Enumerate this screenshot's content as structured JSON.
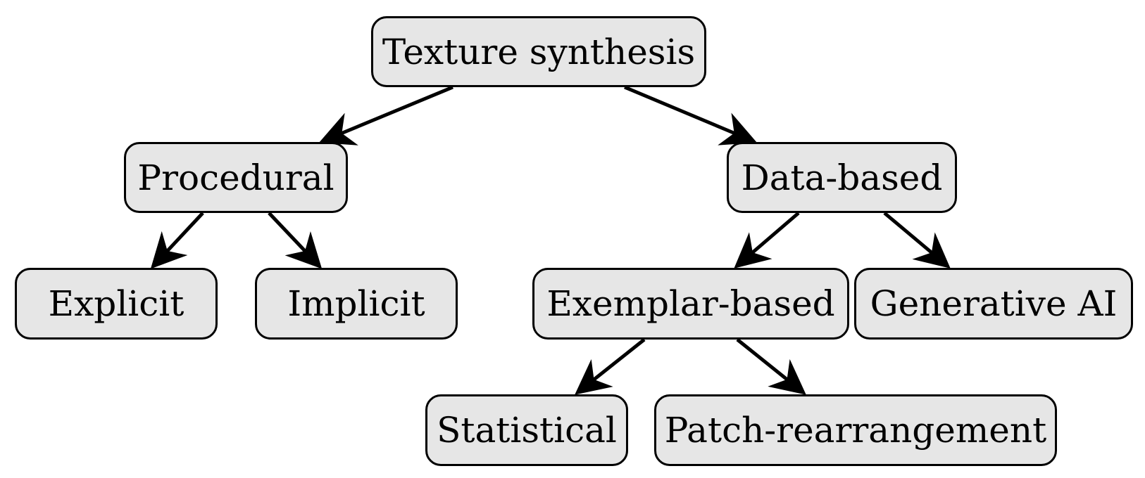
{
  "diagram": {
    "nodes": {
      "root": "Texture synthesis",
      "procedural": "Procedural",
      "data_based": "Data-based",
      "explicit": "Explicit",
      "implicit": "Implicit",
      "exemplar_based": "Exemplar-based",
      "generative_ai": "Generative AI",
      "statistical": "Statistical",
      "patch_rearrangement": "Patch-rearrangement"
    },
    "edges": [
      {
        "from": "root",
        "to": "procedural"
      },
      {
        "from": "root",
        "to": "data_based"
      },
      {
        "from": "procedural",
        "to": "explicit"
      },
      {
        "from": "procedural",
        "to": "implicit"
      },
      {
        "from": "data_based",
        "to": "exemplar_based"
      },
      {
        "from": "data_based",
        "to": "generative_ai"
      },
      {
        "from": "exemplar_based",
        "to": "statistical"
      },
      {
        "from": "exemplar_based",
        "to": "patch_rearrangement"
      }
    ]
  }
}
